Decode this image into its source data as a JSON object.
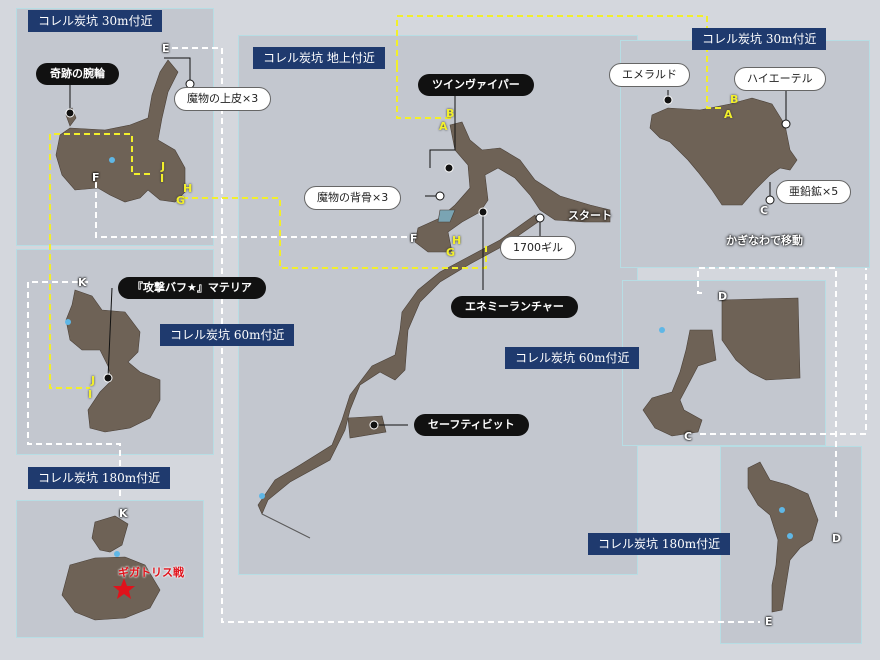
{
  "regions": {
    "top_left_30m": "コレル炭坑 30m付近",
    "left_60m": "コレル炭坑 60m付近",
    "bottom_left_180m": "コレル炭坑 180m付近",
    "center_surface": "コレル炭坑 地上付近",
    "right_30m": "コレル炭坑 30m付近",
    "right_60m": "コレル炭坑 60m付近",
    "right_180m": "コレル炭坑 180m付近"
  },
  "labels": {
    "miracle_bracelet": "奇跡の腕輪",
    "monster_hide": "魔物の上皮×3",
    "assault_buff_materia": "『攻撃バフ★』マテリア",
    "twin_viper": "ツインヴァイパー",
    "monster_spine": "魔物の背骨×3",
    "gil_1700": "1700ギル",
    "enemy_launcher": "エネミーランチャー",
    "safety_bit": "セーフティビット",
    "emerald": "エメラルド",
    "hi_ether": "ハイエーテル",
    "zinc_ore": "亜鉛鉱×5",
    "start": "スタート",
    "grapple_move": "かぎなわで移動",
    "boss": "ギガトリス戦"
  },
  "markers": {
    "A": "A",
    "B": "B",
    "C": "C",
    "D": "D",
    "E": "E",
    "F": "F",
    "G": "G",
    "H": "H",
    "I": "I",
    "J": "J",
    "K": "K"
  },
  "colors": {
    "background": "#d4d7dd",
    "panel": "#c3c7cf",
    "panel_border": "#b7dde4",
    "terrain": "#6e6256",
    "title_bg": "#1f3a6e",
    "route_white": "#ffffff",
    "route_yellow": "#f2ef2b",
    "boss_red": "#e0121b"
  }
}
